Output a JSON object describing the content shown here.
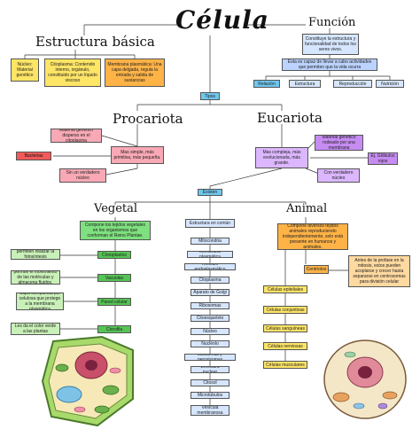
{
  "title": "Célula",
  "funcion": {
    "heading": "Función",
    "main": "Constituye la estructura y funcionalidad de todos los seres vivos.",
    "capaz": "Esta es capaz de llevar a cabo actividades que permiten que la vida ocurra",
    "items": [
      "Relación",
      "Estructura",
      "Reproducción",
      "Nutrición"
    ]
  },
  "estructura": {
    "heading": "Estructura básica",
    "items": [
      "Núcleo: Material genético",
      "Citoplasma: Contenido interno, orgánulo, constituido por un líquido viscoso",
      "Membrana plasmática: Una capa delgada, regula la entrada y salida de sustancias"
    ]
  },
  "tipos": "Tipos",
  "procariota": {
    "heading": "Procariota",
    "material": "Material genético disperso en el citoplasma",
    "simple": "Mas simple, más primitiva, más pequeña.",
    "bacterias": "Bacterias",
    "sin_nucleo": "Sin un verdadero núcleo"
  },
  "eucariota": {
    "heading": "Eucariota",
    "material": "Material genético rodeado por una membrana",
    "compleja": "Mas compleja, más evolucionada, más grande.",
    "ej": "Ej. Glóbulos rojos",
    "con_nucleo": "Con verdadero núcleo"
  },
  "existen": "Existen",
  "vegetal": {
    "heading": "Vegetal",
    "main": "Compone los tejidos vegetales en los organismos que conforman el Reino Plantae.",
    "organelles": [
      {
        "label": "Cloroplastos",
        "desc": "permiten realizar la fotosíntesis"
      },
      {
        "label": "Vacuolas",
        "desc": "permite el movimiento de las moléculas y almacena fluidos."
      },
      {
        "label": "Pared celular",
        "desc": "Capa compuesta por celulosa que protege a la membrana plasmática"
      },
      {
        "label": "Clorofila",
        "desc": "Les da el color verde a las plantas"
      }
    ]
  },
  "comun": {
    "heading": "Estructura en común",
    "items": [
      "Mitocondria",
      "Membrana plasmática",
      "Retículo endoplasmático",
      "Citoplasma",
      "Aparato de Golgi",
      "Ribosomas",
      "Citoesqueleto",
      "Núcleo",
      "Nucléolo",
      "Lisosomas y peroxisomas",
      "Envoltura nuclear",
      "Citosol",
      "Microtúbulos",
      "Vesícula membranosa"
    ]
  },
  "animal": {
    "heading": "Animal",
    "main": "Compone diversos tejidos animales reproduciendo independientemente, solo está presente en humanos y animales.",
    "centriolos": "Centriolos",
    "centriolos_desc": "Antes de la profase en la mitosis, estos pueden acoplarse y crecer hasta separarse en centrosomas para división celular",
    "cells": [
      "Células epiteliales",
      "Células conjuntivas",
      "Células sanguíneas",
      "Células nerviosas",
      "Células musculares"
    ]
  }
}
